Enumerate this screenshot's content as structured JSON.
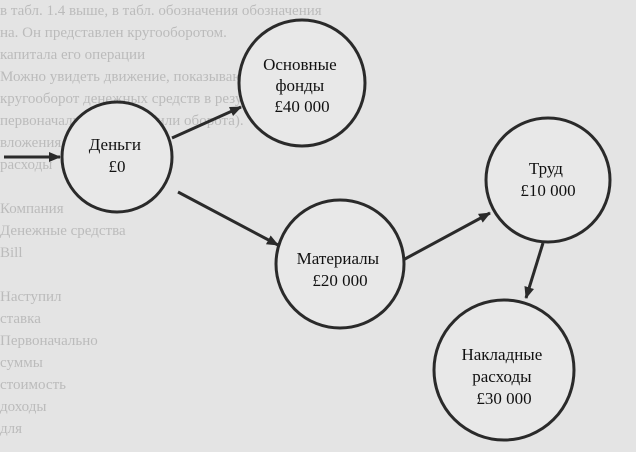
{
  "background_text": [
    "в табл. 1.4 выше, в табл. обозначения обозначения",
    "на. Он представлен кругооборотом.",
    "капитала его операции",
    "      Можно увидеть движение, показывающее",
    "  кругооборот денежных средств в результате",
    "  первоначальных затрат (или оборота).",
    "  вложения средств",
    "  расходы",
    "",
    "  Компания",
    "  Денежные средства",
    "  Bill",
    "",
    "  Наступил",
    "  ставка",
    "  Первоначально",
    "  суммы",
    "  стоимость",
    "  доходы",
    "  для"
  ],
  "nodes": {
    "money": {
      "lines": [
        "Деньги",
        "£0"
      ]
    },
    "fixed_assets": {
      "lines": [
        "Основные",
        "фонды",
        "£40 000"
      ]
    },
    "materials": {
      "lines": [
        "Материалы",
        "£20 000"
      ]
    },
    "labour": {
      "lines": [
        "Труд",
        "£10 000"
      ]
    },
    "overheads": {
      "lines": [
        "Накладные",
        "расходы",
        "£30 000"
      ]
    }
  },
  "colors": {
    "stroke": "#2a2a2a",
    "node_fill": "#e8e8e8",
    "page": "#e4e4e4"
  }
}
